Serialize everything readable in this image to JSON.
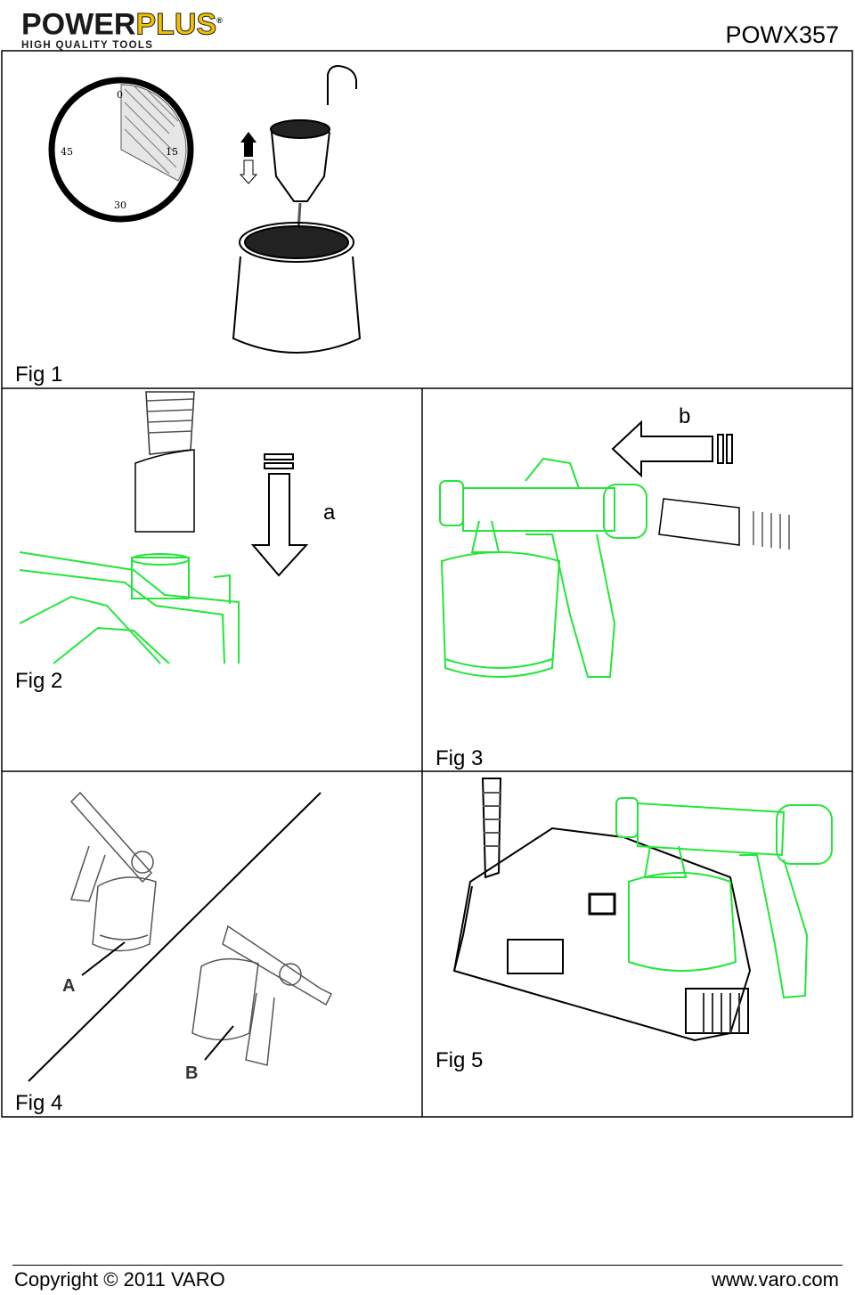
{
  "brand": {
    "main_left": "POWER",
    "main_right": "PLUS",
    "tagline": "HIGH QUALITY TOOLS",
    "registered": "®"
  },
  "model": "POWX357",
  "figures": {
    "fig1": {
      "caption": "Fig 1",
      "timer_labels": [
        "0",
        "15",
        "30",
        "45"
      ]
    },
    "fig2": {
      "caption": "Fig 2",
      "label": "a"
    },
    "fig3": {
      "caption": "Fig 3",
      "label": "b"
    },
    "fig4": {
      "caption": "Fig 4",
      "labels": [
        "A",
        "B"
      ]
    },
    "fig5": {
      "caption": "Fig 5"
    }
  },
  "footer": {
    "copyright": "Copyright © 2011 VARO",
    "url": "www.varo.com"
  },
  "colors": {
    "illustration_green": "#22e63a",
    "brand_yellow": "#f2c200"
  }
}
